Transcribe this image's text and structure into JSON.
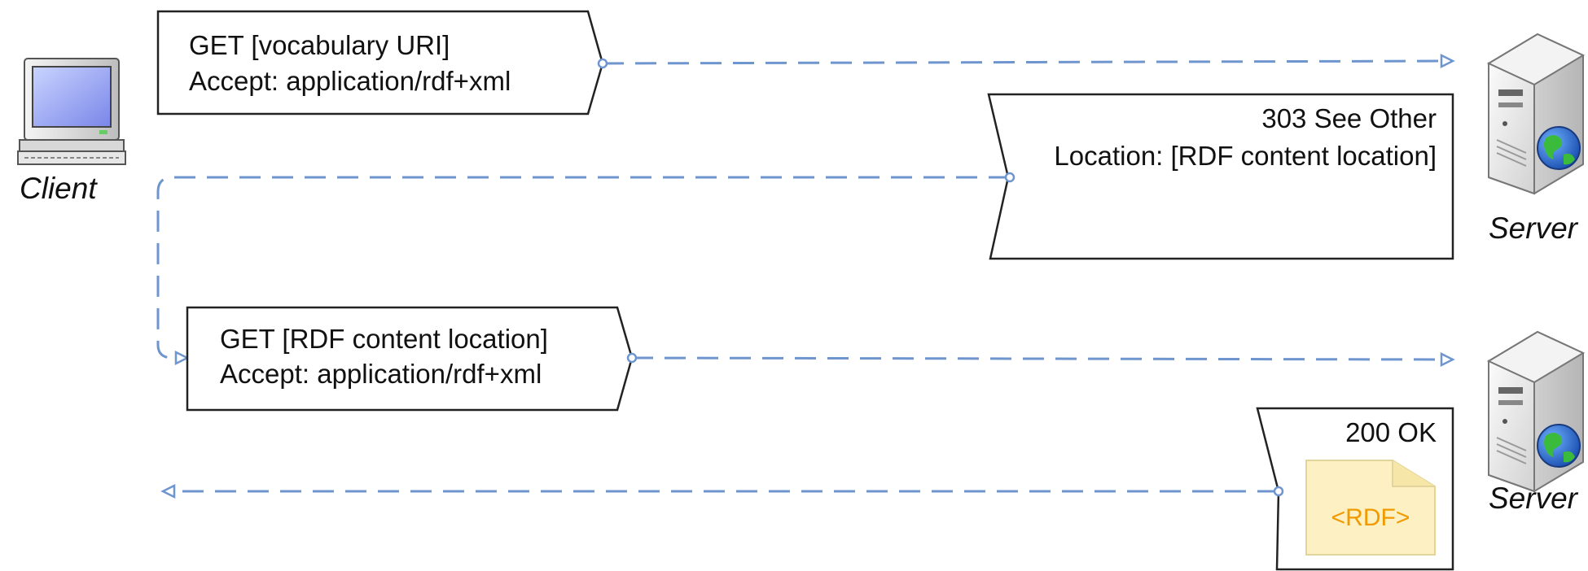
{
  "actors": {
    "client": {
      "label": "Client",
      "icon": "computer-icon"
    },
    "server_top": {
      "label": "Server",
      "icon": "server-icon"
    },
    "server_bottom": {
      "label": "Server",
      "icon": "server-icon"
    }
  },
  "messages": [
    {
      "line1": "GET [vocabulary URI]",
      "line2": "Accept: application/rdf+xml"
    },
    {
      "line1": "303 See Other",
      "line2": "Location: [RDF content location]"
    },
    {
      "line1": "GET [RDF content location]",
      "line2": "Accept: application/rdf+xml"
    },
    {
      "line1": "200 OK",
      "document": "<RDF>"
    }
  ],
  "colors": {
    "arrow": "#6f95cf",
    "document_fill": "#fdf1c4",
    "document_text": "#f09a00"
  }
}
